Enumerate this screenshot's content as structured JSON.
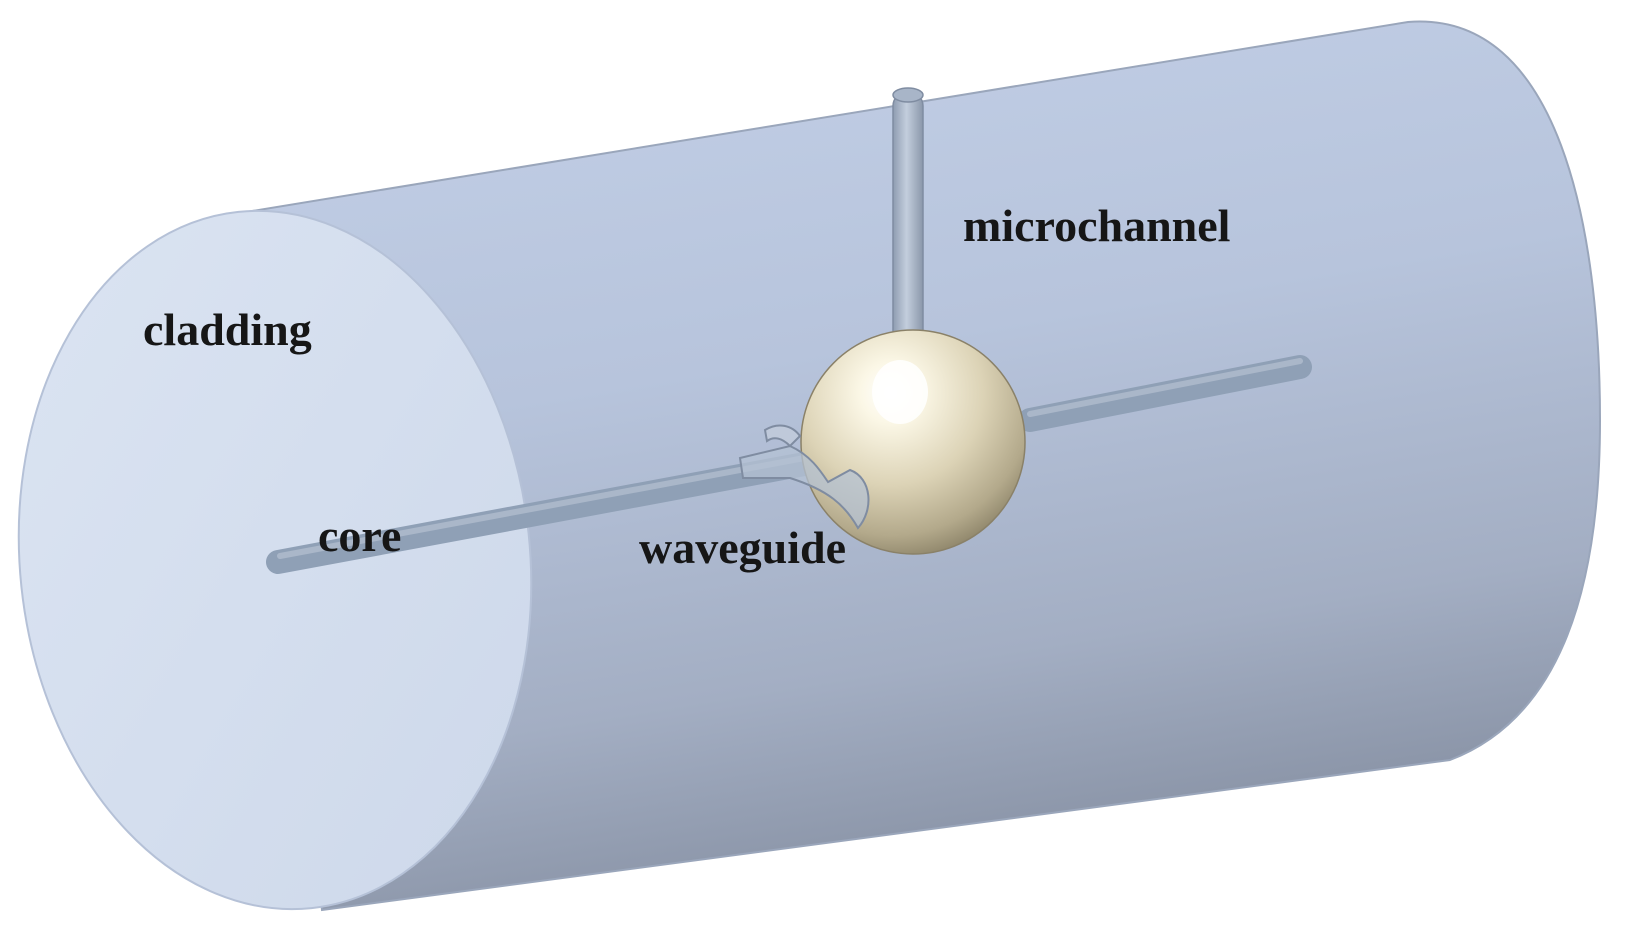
{
  "labels": {
    "cladding": "cladding",
    "core": "core",
    "waveguide": "waveguide",
    "microchannel": "microchannel"
  },
  "colors": {
    "cladding_light": "#d9e2f1",
    "cladding_mid": "#b9c7df",
    "cladding_dark": "#8d98ad",
    "core": "#92a4b9",
    "sphere_light": "#fffdf4",
    "sphere_mid": "#ddd5bb",
    "sphere_dark": "#9e9478",
    "label": "#161616"
  }
}
